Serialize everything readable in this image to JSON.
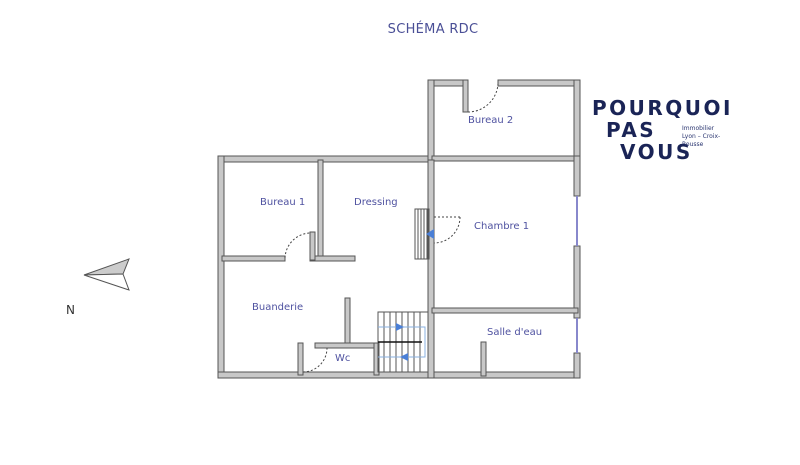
{
  "title": "SCHÉMA RDC",
  "compass": {
    "label": "N",
    "icon": "north-arrow-icon"
  },
  "rooms": [
    {
      "id": "bureau-2",
      "label": "Bureau 2"
    },
    {
      "id": "bureau-1",
      "label": "Bureau 1"
    },
    {
      "id": "dressing",
      "label": "Dressing"
    },
    {
      "id": "chambre-1",
      "label": "Chambre 1"
    },
    {
      "id": "buanderie",
      "label": "Buanderie"
    },
    {
      "id": "wc",
      "label": "Wc"
    },
    {
      "id": "salle-deau",
      "label": "Salle d'eau"
    }
  ],
  "logo": {
    "line1": "POURQUOI",
    "line2": "PAS",
    "line3": "VOUS",
    "sub1": "Immobilier",
    "sub2": "Lyon – Croix-Rousse"
  },
  "colors": {
    "wall": "#c8c8c8",
    "wall_edge": "#555555",
    "label": "#4f52a0",
    "logo": "#1a2456",
    "arrow": "#4a7fd6"
  }
}
